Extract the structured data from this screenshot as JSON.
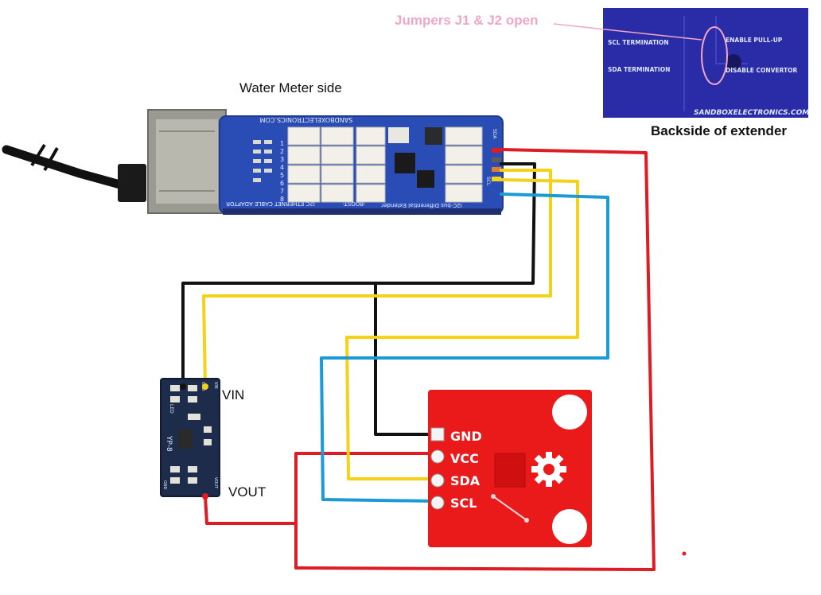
{
  "labels": {
    "water_meter_side": "Water Meter side",
    "backside_caption": "Backside of extender",
    "jumpers_note": "Jumpers J1 & J2 open",
    "vin": "VIN",
    "vout": "VOUT"
  },
  "extender_board": {
    "website": "SANDBOXELECTRONICS.COM",
    "adaptor_text": "I2C ETHERNET CABLE ADAPTOR",
    "boost_text": "-BOOST-",
    "extender_text": "I2C-bus Differential Extender",
    "side_pins": [
      "SDA",
      "SCL"
    ],
    "row_labels": [
      "1",
      "2",
      "3",
      "4",
      "5",
      "6",
      "7",
      "8"
    ]
  },
  "backside_board": {
    "scl_termination": "SCL TERMINATION",
    "sda_termination": "SDA TERMINATION",
    "enable_pullup": "ENABLE PULL-UP",
    "disable_convertor": "DISABLE CONVERTOR",
    "website": "SANDBOXELECTRONICS.COM"
  },
  "regulator_board": {
    "model": "YP-8",
    "led": "LED",
    "pins_top": [
      "GND",
      "VIN"
    ],
    "pins_bottom": [
      "GND",
      "VOUT"
    ]
  },
  "sensor_board": {
    "pins": [
      "GND",
      "VCC",
      "SDA",
      "SCL"
    ]
  },
  "colors": {
    "red_wire": "#dd1c24",
    "black_wire": "#111111",
    "yellow_wire": "#f5d219",
    "blue_wire": "#1a9ad6",
    "jumper_note": "#f2a6c6",
    "pcb_blue": "#2a4db5",
    "pcb_red": "#ea1a1a"
  }
}
